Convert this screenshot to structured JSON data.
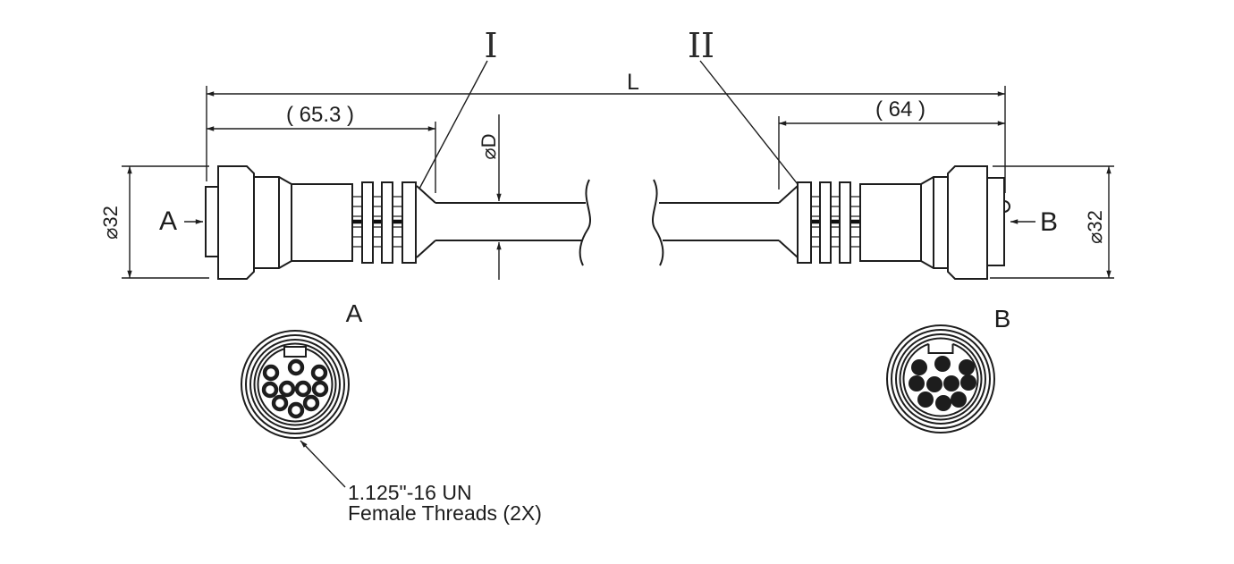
{
  "side_view": {
    "overall_length_label": "L",
    "cable_diameter_label": "⌀D",
    "left_connector": {
      "end_label": "A",
      "length_dim": "( 65.3 )",
      "diameter_dim": "⌀32",
      "section_marker": "I"
    },
    "right_connector": {
      "end_label": "B",
      "length_dim": "( 64 )",
      "diameter_dim": "⌀32",
      "section_marker": "II"
    }
  },
  "face_views": {
    "a": {
      "label": "A",
      "pin_count": 10,
      "pin_style": "female-sockets",
      "keyway": "tab"
    },
    "b": {
      "label": "B",
      "pin_count": 10,
      "pin_style": "male-pins",
      "keyway": "notch"
    }
  },
  "thread_note": {
    "line1": "1.125\"-16 UN",
    "line2": "Female Threads (2X)"
  },
  "colors": {
    "line": "#1d1d1d",
    "background": "#ffffff"
  }
}
